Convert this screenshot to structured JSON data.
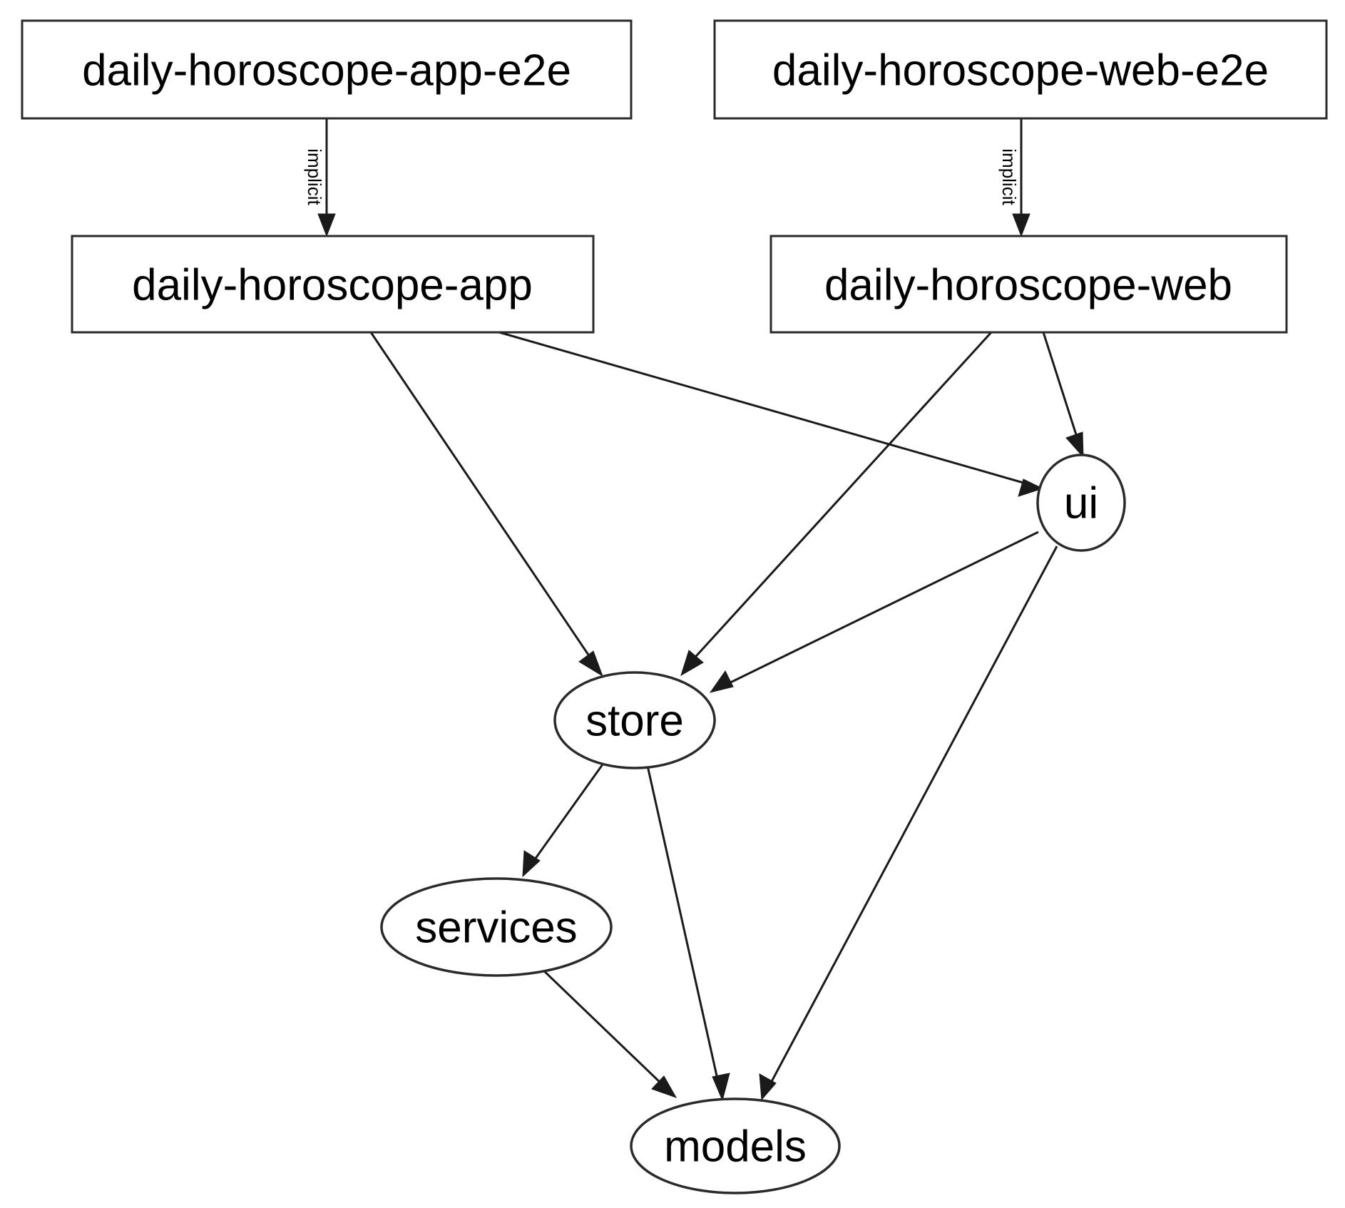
{
  "diagram": {
    "type": "dependency-graph",
    "background_color": "#ffffff",
    "node_fill": "#ffffff",
    "node_stroke": "#2a2a2a",
    "edge_color": "#1a1a1a",
    "nodes": [
      {
        "id": "daily-horoscope-app-e2e",
        "label": "daily-horoscope-app-e2e",
        "shape": "box"
      },
      {
        "id": "daily-horoscope-web-e2e",
        "label": "daily-horoscope-web-e2e",
        "shape": "box"
      },
      {
        "id": "daily-horoscope-app",
        "label": "daily-horoscope-app",
        "shape": "box"
      },
      {
        "id": "daily-horoscope-web",
        "label": "daily-horoscope-web",
        "shape": "box"
      },
      {
        "id": "ui",
        "label": "ui",
        "shape": "ellipse"
      },
      {
        "id": "store",
        "label": "store",
        "shape": "ellipse"
      },
      {
        "id": "services",
        "label": "services",
        "shape": "ellipse"
      },
      {
        "id": "models",
        "label": "models",
        "shape": "ellipse"
      }
    ],
    "edges": [
      {
        "from": "daily-horoscope-app-e2e",
        "to": "daily-horoscope-app",
        "label": "implicit"
      },
      {
        "from": "daily-horoscope-web-e2e",
        "to": "daily-horoscope-web",
        "label": "implicit"
      },
      {
        "from": "daily-horoscope-app",
        "to": "store",
        "label": ""
      },
      {
        "from": "daily-horoscope-app",
        "to": "ui",
        "label": ""
      },
      {
        "from": "daily-horoscope-web",
        "to": "store",
        "label": ""
      },
      {
        "from": "daily-horoscope-web",
        "to": "ui",
        "label": ""
      },
      {
        "from": "ui",
        "to": "store",
        "label": ""
      },
      {
        "from": "ui",
        "to": "models",
        "label": ""
      },
      {
        "from": "store",
        "to": "services",
        "label": ""
      },
      {
        "from": "store",
        "to": "models",
        "label": ""
      },
      {
        "from": "services",
        "to": "models",
        "label": ""
      }
    ]
  },
  "labels": {
    "app_e2e": "daily-horoscope-app-e2e",
    "web_e2e": "daily-horoscope-web-e2e",
    "app": "daily-horoscope-app",
    "web": "daily-horoscope-web",
    "ui": "ui",
    "store": "store",
    "services": "services",
    "models": "models",
    "implicit_left": "implicit",
    "implicit_right": "implicit"
  }
}
